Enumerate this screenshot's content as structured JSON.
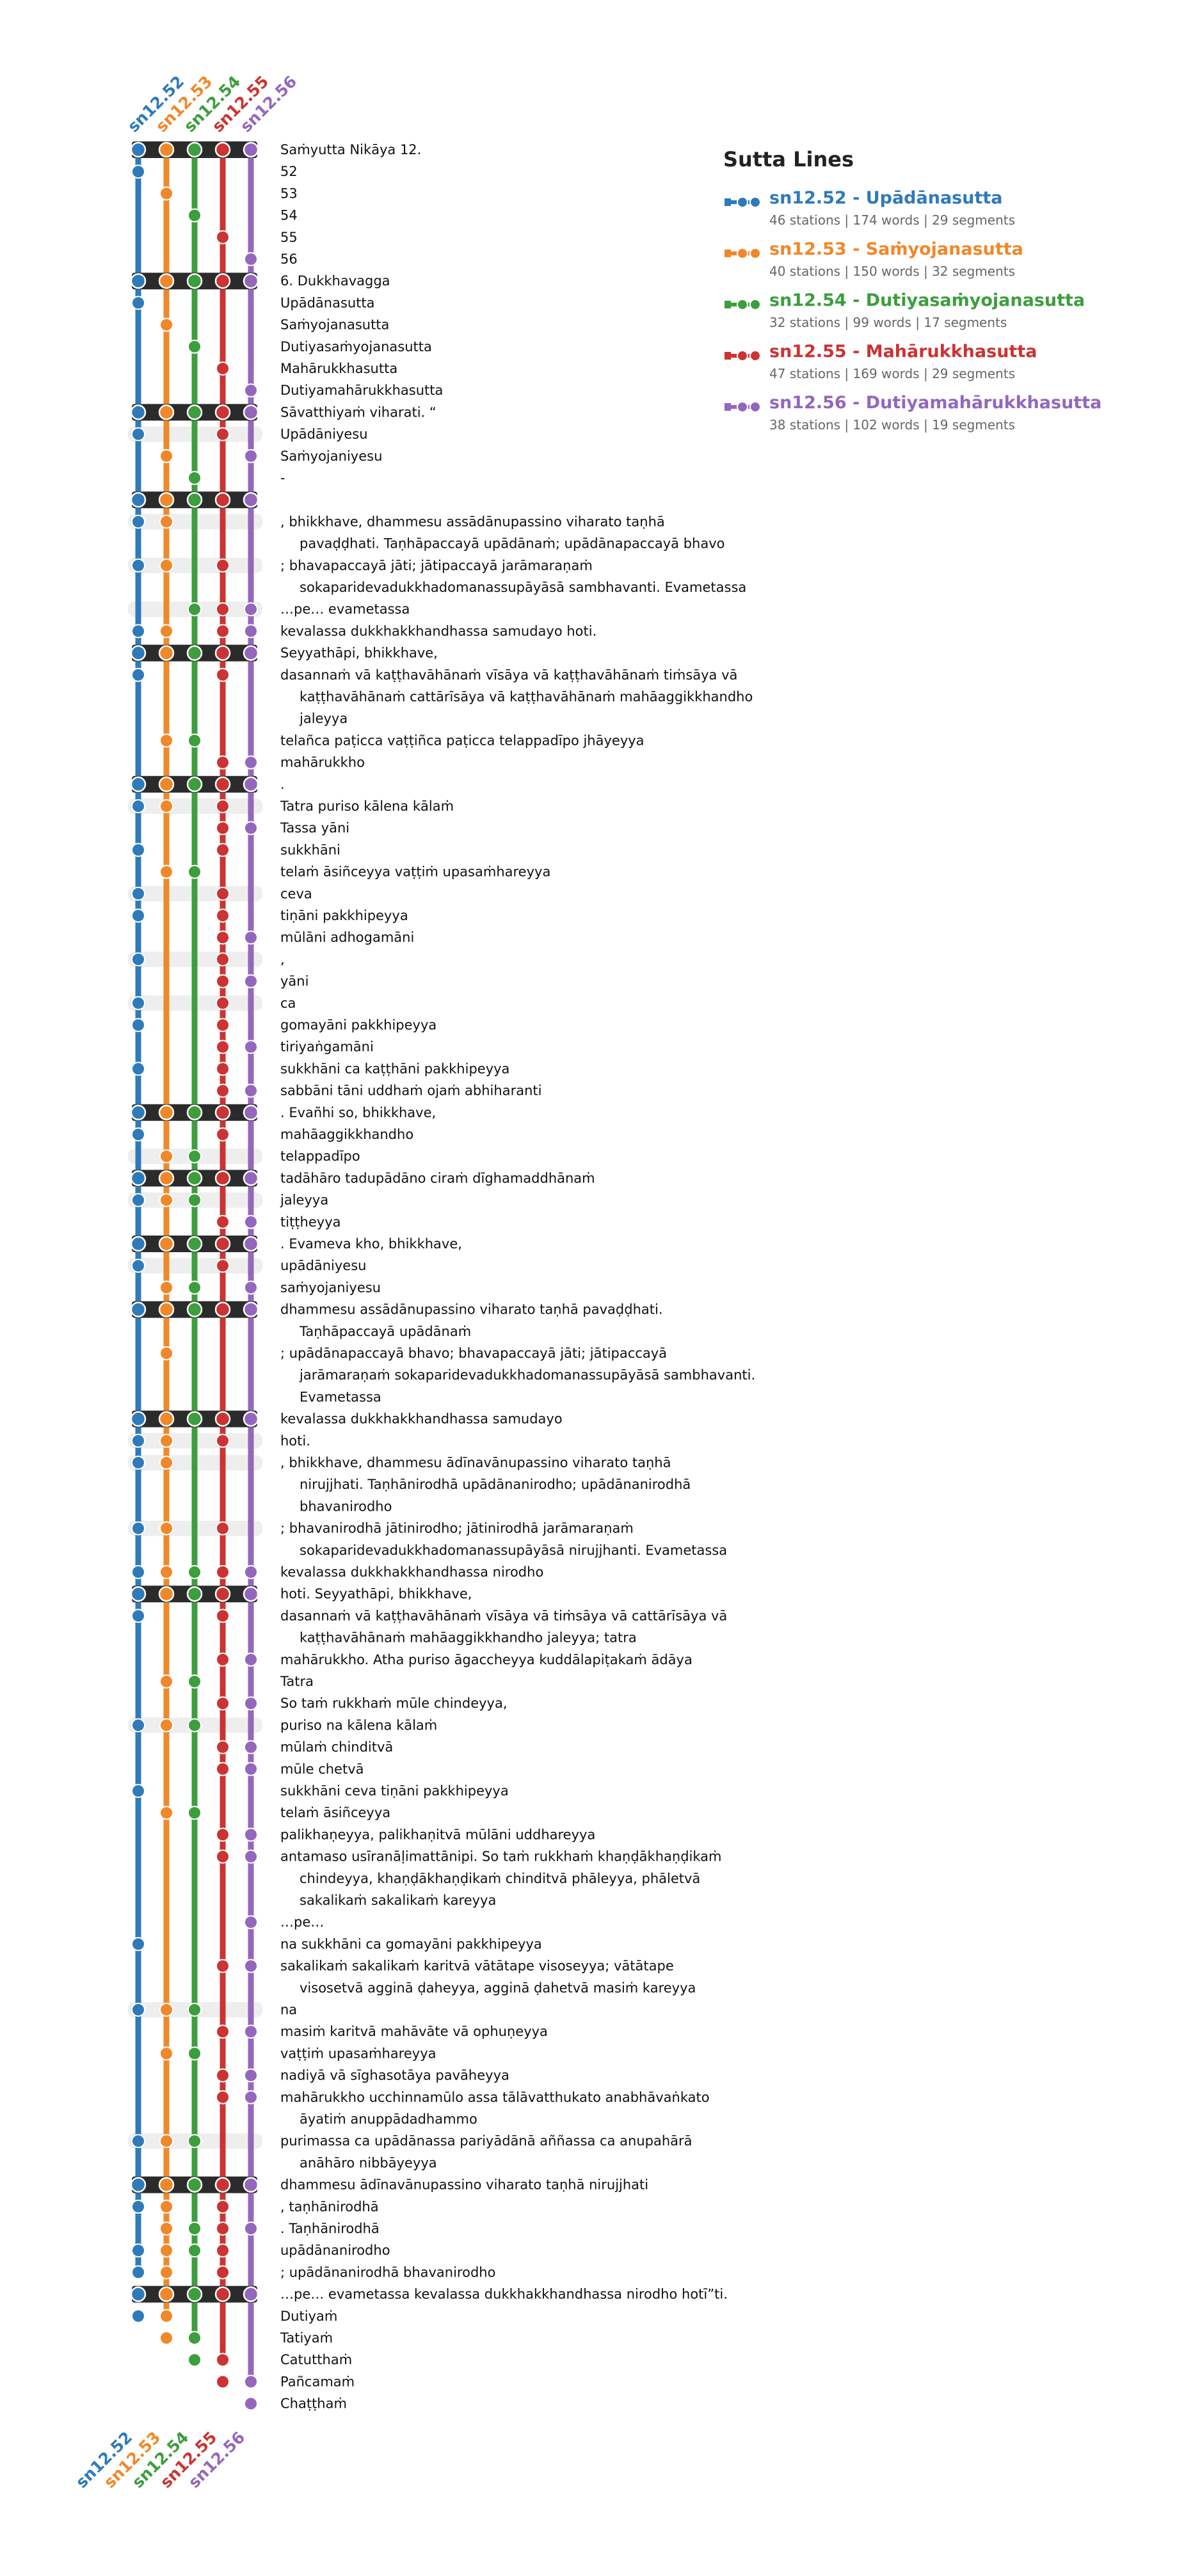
{
  "legend": {
    "title": "Sutta Lines",
    "items": [
      {
        "name": "sn12.52 - Upādānasutta",
        "stats": "46 stations | 174 words | 29 segments"
      },
      {
        "name": "sn12.53 - Saṁyojanasutta",
        "stats": "40 stations | 150 words | 32 segments"
      },
      {
        "name": "sn12.54 - Dutiyasaṁyojanasutta",
        "stats": "32 stations | 99 words | 17 segments"
      },
      {
        "name": "sn12.55 - Mahārukkhasutta",
        "stats": "47 stations | 169 words | 29 segments"
      },
      {
        "name": "sn12.56 - Dutiyamahārukkhasutta",
        "stats": "38 stations | 102 words | 19 segments"
      }
    ]
  },
  "lines": [
    {
      "id": "sn12.52",
      "color": "#2f7ab9"
    },
    {
      "id": "sn12.53",
      "color": "#f0882a"
    },
    {
      "id": "sn12.54",
      "color": "#3c9e3c"
    },
    {
      "id": "sn12.55",
      "color": "#cc3333"
    },
    {
      "id": "sn12.56",
      "color": "#9467bd"
    }
  ],
  "rows": [
    {
      "text": [
        "Saṁyutta Nikāya 12."
      ],
      "type": "hub"
    },
    {
      "text": [
        "52"
      ],
      "dots": [
        1,
        0,
        0,
        0,
        0
      ]
    },
    {
      "text": [
        "53"
      ],
      "dots": [
        0,
        1,
        0,
        0,
        0
      ]
    },
    {
      "text": [
        "54"
      ],
      "dots": [
        0,
        0,
        1,
        0,
        0
      ]
    },
    {
      "text": [
        "55"
      ],
      "dots": [
        0,
        0,
        0,
        1,
        0
      ]
    },
    {
      "text": [
        "56"
      ],
      "dots": [
        0,
        0,
        0,
        0,
        1
      ]
    },
    {
      "text": [
        "6. Dukkhavagga"
      ],
      "type": "hub"
    },
    {
      "text": [
        "Upādānasutta"
      ],
      "dots": [
        1,
        0,
        0,
        0,
        0
      ]
    },
    {
      "text": [
        "Saṁyojanasutta"
      ],
      "dots": [
        0,
        1,
        0,
        0,
        0
      ]
    },
    {
      "text": [
        "Dutiyasaṁyojanasutta"
      ],
      "dots": [
        0,
        0,
        1,
        0,
        0
      ]
    },
    {
      "text": [
        "Mahārukkhasutta"
      ],
      "dots": [
        0,
        0,
        0,
        1,
        0
      ]
    },
    {
      "text": [
        "Dutiyamahārukkhasutta"
      ],
      "dots": [
        0,
        0,
        0,
        0,
        1
      ]
    },
    {
      "text": [
        "Sāvatthiyaṁ viharati. “"
      ],
      "type": "hub"
    },
    {
      "text": [
        "Upādāniyesu"
      ],
      "dots": [
        1,
        0,
        0,
        1,
        0
      ],
      "band": true
    },
    {
      "text": [
        "Saṁyojaniyesu"
      ],
      "dots": [
        0,
        1,
        0,
        0,
        1
      ]
    },
    {
      "text": [
        "-"
      ],
      "dots": [
        0,
        0,
        1,
        0,
        0
      ]
    },
    {
      "text": [
        ""
      ],
      "type": "hub"
    },
    {
      "text": [
        ", bhikkhave, dhammesu assādānupassino viharato taṇhā",
        "pavaḍḍhati. Taṇhāpaccayā upādānaṁ; upādānapaccayā bhavo"
      ],
      "dots": [
        1,
        1,
        0,
        0,
        0
      ],
      "band": true
    },
    {
      "text": [
        "; bhavapaccayā jāti; jātipaccayā jarāmaraṇaṁ",
        "sokaparidevadukkhadomanassupāyāsā sambhavanti. Evametassa"
      ],
      "dots": [
        1,
        1,
        0,
        1,
        0
      ],
      "band": true
    },
    {
      "text": [
        "…pe… evametassa"
      ],
      "dots": [
        0,
        0,
        1,
        1,
        1
      ],
      "band": true
    },
    {
      "text": [
        "kevalassa dukkhakkhandhassa samudayo hoti."
      ],
      "dots": [
        1,
        1,
        0,
        1,
        1
      ]
    },
    {
      "text": [
        "Seyyathāpi, bhikkhave,"
      ],
      "type": "hub"
    },
    {
      "text": [
        "dasannaṁ vā kaṭṭhavāhānaṁ vīsāya vā kaṭṭhavāhānaṁ tiṁsāya vā",
        "kaṭṭhavāhānaṁ cattārīsāya vā kaṭṭhavāhānaṁ mahāaggikkhandho",
        "jaleyya"
      ],
      "dots": [
        1,
        0,
        0,
        1,
        0
      ]
    },
    {
      "text": [
        "telañca paṭicca vaṭṭiñca paṭicca telappadīpo jhāyeyya"
      ],
      "dots": [
        0,
        1,
        1,
        0,
        0
      ]
    },
    {
      "text": [
        "mahārukkho"
      ],
      "dots": [
        0,
        0,
        0,
        1,
        1
      ]
    },
    {
      "text": [
        "."
      ],
      "type": "hub"
    },
    {
      "text": [
        "Tatra puriso kālena kālaṁ"
      ],
      "dots": [
        1,
        1,
        0,
        1,
        0
      ],
      "band": true
    },
    {
      "text": [
        "Tassa yāni"
      ],
      "dots": [
        0,
        0,
        0,
        1,
        1
      ]
    },
    {
      "text": [
        "sukkhāni"
      ],
      "dots": [
        1,
        0,
        0,
        1,
        0
      ]
    },
    {
      "text": [
        "telaṁ āsiñceyya vaṭṭiṁ upasaṁhareyya"
      ],
      "dots": [
        0,
        1,
        1,
        0,
        0
      ]
    },
    {
      "text": [
        "ceva"
      ],
      "dots": [
        1,
        0,
        0,
        1,
        0
      ],
      "band": true
    },
    {
      "text": [
        "tiṇāni pakkhipeyya"
      ],
      "dots": [
        1,
        0,
        0,
        1,
        0
      ]
    },
    {
      "text": [
        "mūlāni adhogamāni"
      ],
      "dots": [
        0,
        0,
        0,
        1,
        1
      ]
    },
    {
      "text": [
        ","
      ],
      "dots": [
        1,
        0,
        0,
        1,
        0
      ],
      "band": true
    },
    {
      "text": [
        "yāni"
      ],
      "dots": [
        0,
        0,
        0,
        1,
        1
      ]
    },
    {
      "text": [
        "ca"
      ],
      "dots": [
        1,
        0,
        0,
        1,
        0
      ],
      "band": true
    },
    {
      "text": [
        "gomayāni pakkhipeyya"
      ],
      "dots": [
        1,
        0,
        0,
        1,
        0
      ]
    },
    {
      "text": [
        "tiriyaṅgamāni"
      ],
      "dots": [
        0,
        0,
        0,
        1,
        1
      ]
    },
    {
      "text": [
        "sukkhāni ca kaṭṭhāni pakkhipeyya"
      ],
      "dots": [
        1,
        0,
        0,
        1,
        0
      ]
    },
    {
      "text": [
        "sabbāni tāni uddhaṁ ojaṁ abhiharanti"
      ],
      "dots": [
        0,
        0,
        0,
        1,
        1
      ]
    },
    {
      "text": [
        ". Evañhi so, bhikkhave,"
      ],
      "type": "hub"
    },
    {
      "text": [
        "mahāaggikkhandho"
      ],
      "dots": [
        1,
        0,
        0,
        1,
        0
      ]
    },
    {
      "text": [
        "telappadīpo"
      ],
      "dots": [
        0,
        1,
        1,
        0,
        0
      ],
      "band": true
    },
    {
      "text": [
        "tadāhāro tadupādāno ciraṁ dīghamaddhānaṁ"
      ],
      "type": "hub"
    },
    {
      "text": [
        "jaleyya"
      ],
      "dots": [
        1,
        1,
        1,
        0,
        0
      ],
      "band": true
    },
    {
      "text": [
        "tiṭṭheyya"
      ],
      "dots": [
        0,
        0,
        0,
        1,
        1
      ]
    },
    {
      "text": [
        ". Evameva kho, bhikkhave,"
      ],
      "type": "hub"
    },
    {
      "text": [
        "upādāniyesu"
      ],
      "dots": [
        1,
        0,
        0,
        1,
        0
      ],
      "band": true
    },
    {
      "text": [
        "saṁyojaniyesu"
      ],
      "dots": [
        0,
        1,
        1,
        0,
        1
      ]
    },
    {
      "text": [
        "dhammesu assādānupassino viharato taṇhā pavaḍḍhati.",
        "Taṇhāpaccayā upādānaṁ"
      ],
      "type": "hub"
    },
    {
      "text": [
        "; upādānapaccayā bhavo; bhavapaccayā jāti; jātipaccayā",
        "jarāmaraṇaṁ sokaparidevadukkhadomanassupāyāsā sambhavanti.",
        "Evametassa"
      ],
      "dots": [
        0,
        1,
        0,
        0,
        0
      ]
    },
    {
      "text": [
        "kevalassa dukkhakkhandhassa samudayo"
      ],
      "type": "hub"
    },
    {
      "text": [
        "hoti."
      ],
      "dots": [
        1,
        1,
        0,
        1,
        0
      ],
      "band": true
    },
    {
      "text": [
        ", bhikkhave, dhammesu ādīnavānupassino viharato taṇhā",
        "nirujjhati. Taṇhānirodhā upādānanirodho; upādānanirodhā",
        "bhavanirodho"
      ],
      "dots": [
        1,
        1,
        0,
        0,
        0
      ],
      "band": true
    },
    {
      "text": [
        "; bhavanirodhā jātinirodho; jātinirodhā jarāmaraṇaṁ",
        "sokaparidevadukkhadomanassupāyāsā nirujjhanti. Evametassa"
      ],
      "dots": [
        1,
        1,
        0,
        1,
        0
      ],
      "band": true
    },
    {
      "text": [
        "kevalassa dukkhakkhandhassa nirodho"
      ],
      "dots": [
        1,
        1,
        1,
        1,
        1
      ]
    },
    {
      "text": [
        "hoti. Seyyathāpi, bhikkhave,"
      ],
      "type": "hub"
    },
    {
      "text": [
        "dasannaṁ vā kaṭṭhavāhānaṁ vīsāya vā tiṁsāya vā cattārīsāya vā",
        "kaṭṭhavāhānaṁ mahāaggikkhandho jaleyya; tatra"
      ],
      "dots": [
        1,
        0,
        0,
        1,
        0
      ]
    },
    {
      "text": [
        "mahārukkho. Atha puriso āgaccheyya kuddālapiṭakaṁ ādāya"
      ],
      "dots": [
        0,
        0,
        0,
        1,
        1
      ]
    },
    {
      "text": [
        "Tatra"
      ],
      "dots": [
        0,
        1,
        1,
        0,
        0
      ]
    },
    {
      "text": [
        "So taṁ rukkhaṁ mūle chindeyya,"
      ],
      "dots": [
        0,
        0,
        0,
        1,
        1
      ]
    },
    {
      "text": [
        "puriso na kālena kālaṁ"
      ],
      "dots": [
        1,
        1,
        1,
        0,
        0
      ],
      "band": true
    },
    {
      "text": [
        "mūlaṁ chinditvā"
      ],
      "dots": [
        0,
        0,
        0,
        1,
        1
      ]
    },
    {
      "text": [
        "mūle chetvā"
      ],
      "dots": [
        0,
        0,
        0,
        1,
        1
      ]
    },
    {
      "text": [
        "sukkhāni ceva tiṇāni pakkhipeyya"
      ],
      "dots": [
        1,
        0,
        0,
        0,
        0
      ]
    },
    {
      "text": [
        "telaṁ āsiñceyya"
      ],
      "dots": [
        0,
        1,
        1,
        0,
        0
      ]
    },
    {
      "text": [
        "palikhaṇeyya, palikhaṇitvā mūlāni uddhareyya"
      ],
      "dots": [
        0,
        0,
        0,
        1,
        1
      ]
    },
    {
      "text": [
        "antamaso usīranāḷimattānipi. So taṁ rukkhaṁ khaṇḍākhaṇḍikaṁ",
        "chindeyya, khaṇḍākhaṇḍikaṁ chinditvā phāleyya, phāletvā",
        "sakalikaṁ sakalikaṁ kareyya"
      ],
      "dots": [
        0,
        0,
        0,
        1,
        1
      ]
    },
    {
      "text": [
        "…pe…"
      ],
      "dots": [
        0,
        0,
        0,
        0,
        1
      ]
    },
    {
      "text": [
        "na sukkhāni ca gomayāni pakkhipeyya"
      ],
      "dots": [
        1,
        0,
        0,
        0,
        0
      ]
    },
    {
      "text": [
        "sakalikaṁ sakalikaṁ karitvā vātātape visoseyya; vātātape",
        "visosetvā agginā ḍaheyya, agginā ḍahetvā masiṁ kareyya"
      ],
      "dots": [
        0,
        0,
        0,
        1,
        1
      ]
    },
    {
      "text": [
        "na"
      ],
      "dots": [
        1,
        1,
        1,
        0,
        0
      ],
      "band": true
    },
    {
      "text": [
        "masiṁ karitvā mahāvāte vā ophuṇeyya"
      ],
      "dots": [
        0,
        0,
        0,
        1,
        1
      ]
    },
    {
      "text": [
        "vaṭṭiṁ upasaṁhareyya"
      ],
      "dots": [
        0,
        1,
        1,
        0,
        0
      ]
    },
    {
      "text": [
        "nadiyā vā sīghasotāya pavāheyya"
      ],
      "dots": [
        0,
        0,
        0,
        1,
        1
      ]
    },
    {
      "text": [
        "mahārukkho ucchinnamūlo assa tālāvatthukato anabhāvaṅkato",
        "āyatiṁ anuppādadhammo"
      ],
      "dots": [
        0,
        0,
        0,
        1,
        1
      ]
    },
    {
      "text": [
        "purimassa ca upādānassa pariyādānā aññassa ca anupahārā",
        "anāhāro nibbāyeyya"
      ],
      "dots": [
        1,
        1,
        1,
        0,
        0
      ],
      "band": true
    },
    {
      "text": [
        "dhammesu ādīnavānupassino viharato taṇhā nirujjhati"
      ],
      "type": "hub"
    },
    {
      "text": [
        ", taṇhānirodhā"
      ],
      "dots": [
        1,
        1,
        0,
        1,
        0
      ]
    },
    {
      "text": [
        ". Taṇhānirodhā"
      ],
      "dots": [
        0,
        1,
        1,
        1,
        1
      ]
    },
    {
      "text": [
        "upādānanirodho"
      ],
      "dots": [
        1,
        1,
        1,
        1,
        0
      ]
    },
    {
      "text": [
        "; upādānanirodhā bhavanirodho"
      ],
      "dots": [
        1,
        1,
        0,
        1,
        0
      ]
    },
    {
      "text": [
        "…pe… evametassa kevalassa dukkhakkhandhassa nirodho hotī”ti."
      ],
      "type": "hub"
    },
    {
      "text": [
        "Dutiyaṁ"
      ],
      "dots": [
        0,
        1,
        0,
        0,
        0
      ]
    },
    {
      "text": [
        "Tatiyaṁ"
      ],
      "dots": [
        0,
        0,
        1,
        0,
        0
      ]
    },
    {
      "text": [
        "Catutthaṁ"
      ],
      "dots": [
        0,
        0,
        0,
        1,
        0
      ]
    },
    {
      "text": [
        "Pañcamaṁ"
      ],
      "dots": [
        0,
        0,
        0,
        0,
        1
      ]
    },
    {
      "text": [
        "Chaṭṭhaṁ"
      ],
      "dots": [
        0,
        0,
        0,
        0,
        0
      ]
    }
  ]
}
